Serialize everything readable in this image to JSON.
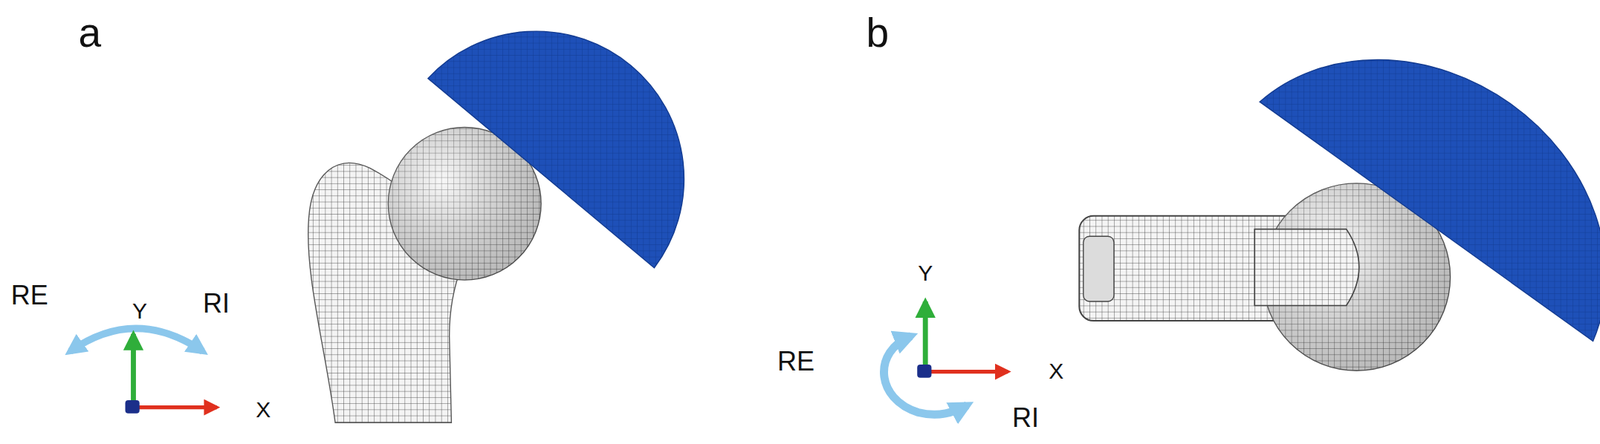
{
  "diagram": {
    "labels": [
      "a",
      "RE",
      "Y",
      "RI",
      "X",
      "b",
      "Y",
      "RE",
      "X",
      "RI"
    ]
  }
}
